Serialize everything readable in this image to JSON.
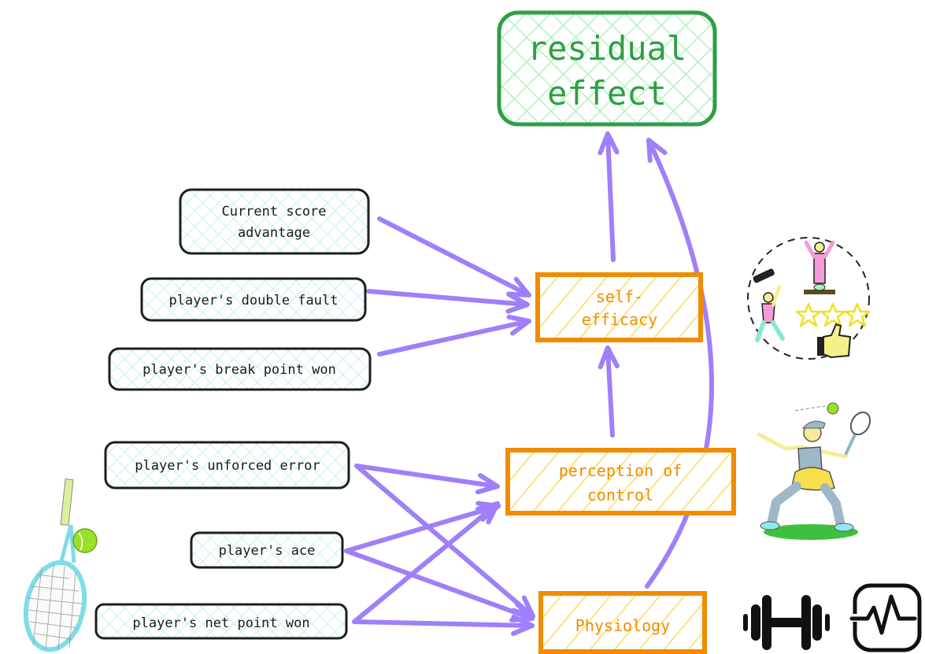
{
  "diagram": {
    "title": "Tennis momentum path model",
    "outcome": {
      "id": "residual_effect",
      "lines": [
        "residual",
        "effect"
      ],
      "stroke": "#2f9e44",
      "fill": "#b2f2bb"
    },
    "mediators": [
      {
        "id": "self_efficacy",
        "lines": [
          "self-",
          "efficacy"
        ]
      },
      {
        "id": "perception_of_control",
        "lines": [
          "perception of",
          "control"
        ]
      },
      {
        "id": "physiology",
        "lines": [
          "Physiology"
        ]
      }
    ],
    "mediator_style": {
      "stroke": "#f08c00",
      "hatch": "#ffd43b"
    },
    "inputs": [
      {
        "id": "current_score_advantage",
        "lines": [
          "Current score",
          "advantage"
        ]
      },
      {
        "id": "double_fault",
        "lines": [
          "player's double fault"
        ]
      },
      {
        "id": "break_point_won",
        "lines": [
          "player's break point won"
        ]
      },
      {
        "id": "unforced_error",
        "lines": [
          "player's unforced error"
        ]
      },
      {
        "id": "ace",
        "lines": [
          "player's ace"
        ]
      },
      {
        "id": "net_point_won",
        "lines": [
          "player's net point won"
        ]
      }
    ],
    "input_style": {
      "stroke": "#1e1e1e",
      "fill": "#a5e9f0"
    },
    "edges": [
      {
        "from": "current_score_advantage",
        "to": "self_efficacy"
      },
      {
        "from": "double_fault",
        "to": "self_efficacy"
      },
      {
        "from": "break_point_won",
        "to": "self_efficacy"
      },
      {
        "from": "unforced_error",
        "to": "perception_of_control"
      },
      {
        "from": "unforced_error",
        "to": "physiology"
      },
      {
        "from": "ace",
        "to": "perception_of_control"
      },
      {
        "from": "ace",
        "to": "physiology"
      },
      {
        "from": "net_point_won",
        "to": "perception_of_control"
      },
      {
        "from": "net_point_won",
        "to": "physiology"
      },
      {
        "from": "perception_of_control",
        "to": "self_efficacy"
      },
      {
        "from": "self_efficacy",
        "to": "residual_effect"
      },
      {
        "from": "physiology",
        "to": "residual_effect"
      }
    ],
    "edge_color": "#9775fa",
    "illustrations": [
      {
        "id": "fitness-achievement",
        "icon": "fitness-achievement-illustration"
      },
      {
        "id": "tennis-player",
        "icon": "tennis-player-illustration"
      },
      {
        "id": "tennis-racket",
        "icon": "tennis-racket-illustration"
      },
      {
        "id": "dumbbell",
        "icon": "dumbbell-icon"
      },
      {
        "id": "heart-monitor",
        "icon": "heart-rate-monitor-icon"
      }
    ]
  }
}
